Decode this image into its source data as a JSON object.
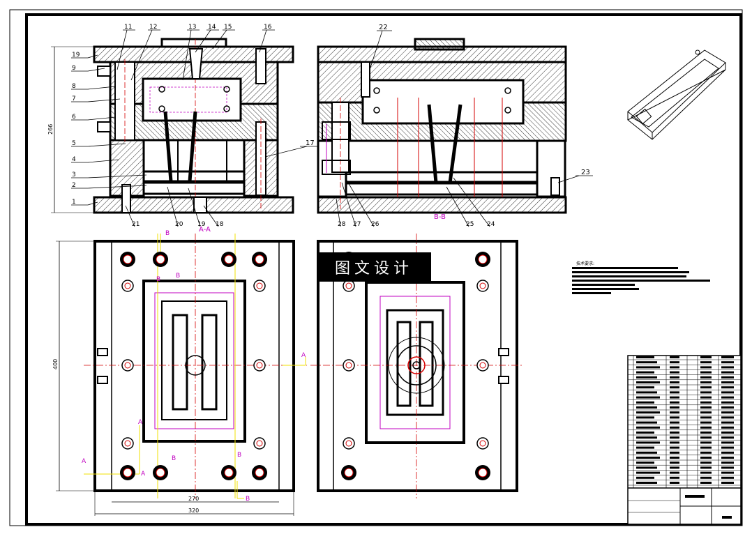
{
  "section_labels": {
    "aa": "A-A",
    "bb": "B-B"
  },
  "part_numbers_left": [
    "19",
    "9",
    "8",
    "7",
    "6",
    "5",
    "4",
    "3",
    "2",
    "1"
  ],
  "part_numbers_top": [
    "11",
    "12",
    "13",
    "14",
    "15",
    "16"
  ],
  "part_numbers_bottom_left": [
    "21",
    "20",
    "19",
    "18"
  ],
  "part_number_17": "17",
  "part_numbers_right_view": {
    "top": "22",
    "right": "23",
    "bottom": [
      "28",
      "27",
      "26",
      "25",
      "24"
    ]
  },
  "dimensions": {
    "height": "266",
    "plan_height": "400",
    "inner_width": "270",
    "outer_width": "320"
  },
  "cut_markers": {
    "a": "A",
    "b": "B"
  },
  "watermark": "图文设计",
  "tech_requirements_title": "技术要求:",
  "colors": {
    "line": "#000000",
    "center": "#d40000",
    "leader": "#f0e000",
    "pink": "#c000c0",
    "hatch": "#000000"
  }
}
